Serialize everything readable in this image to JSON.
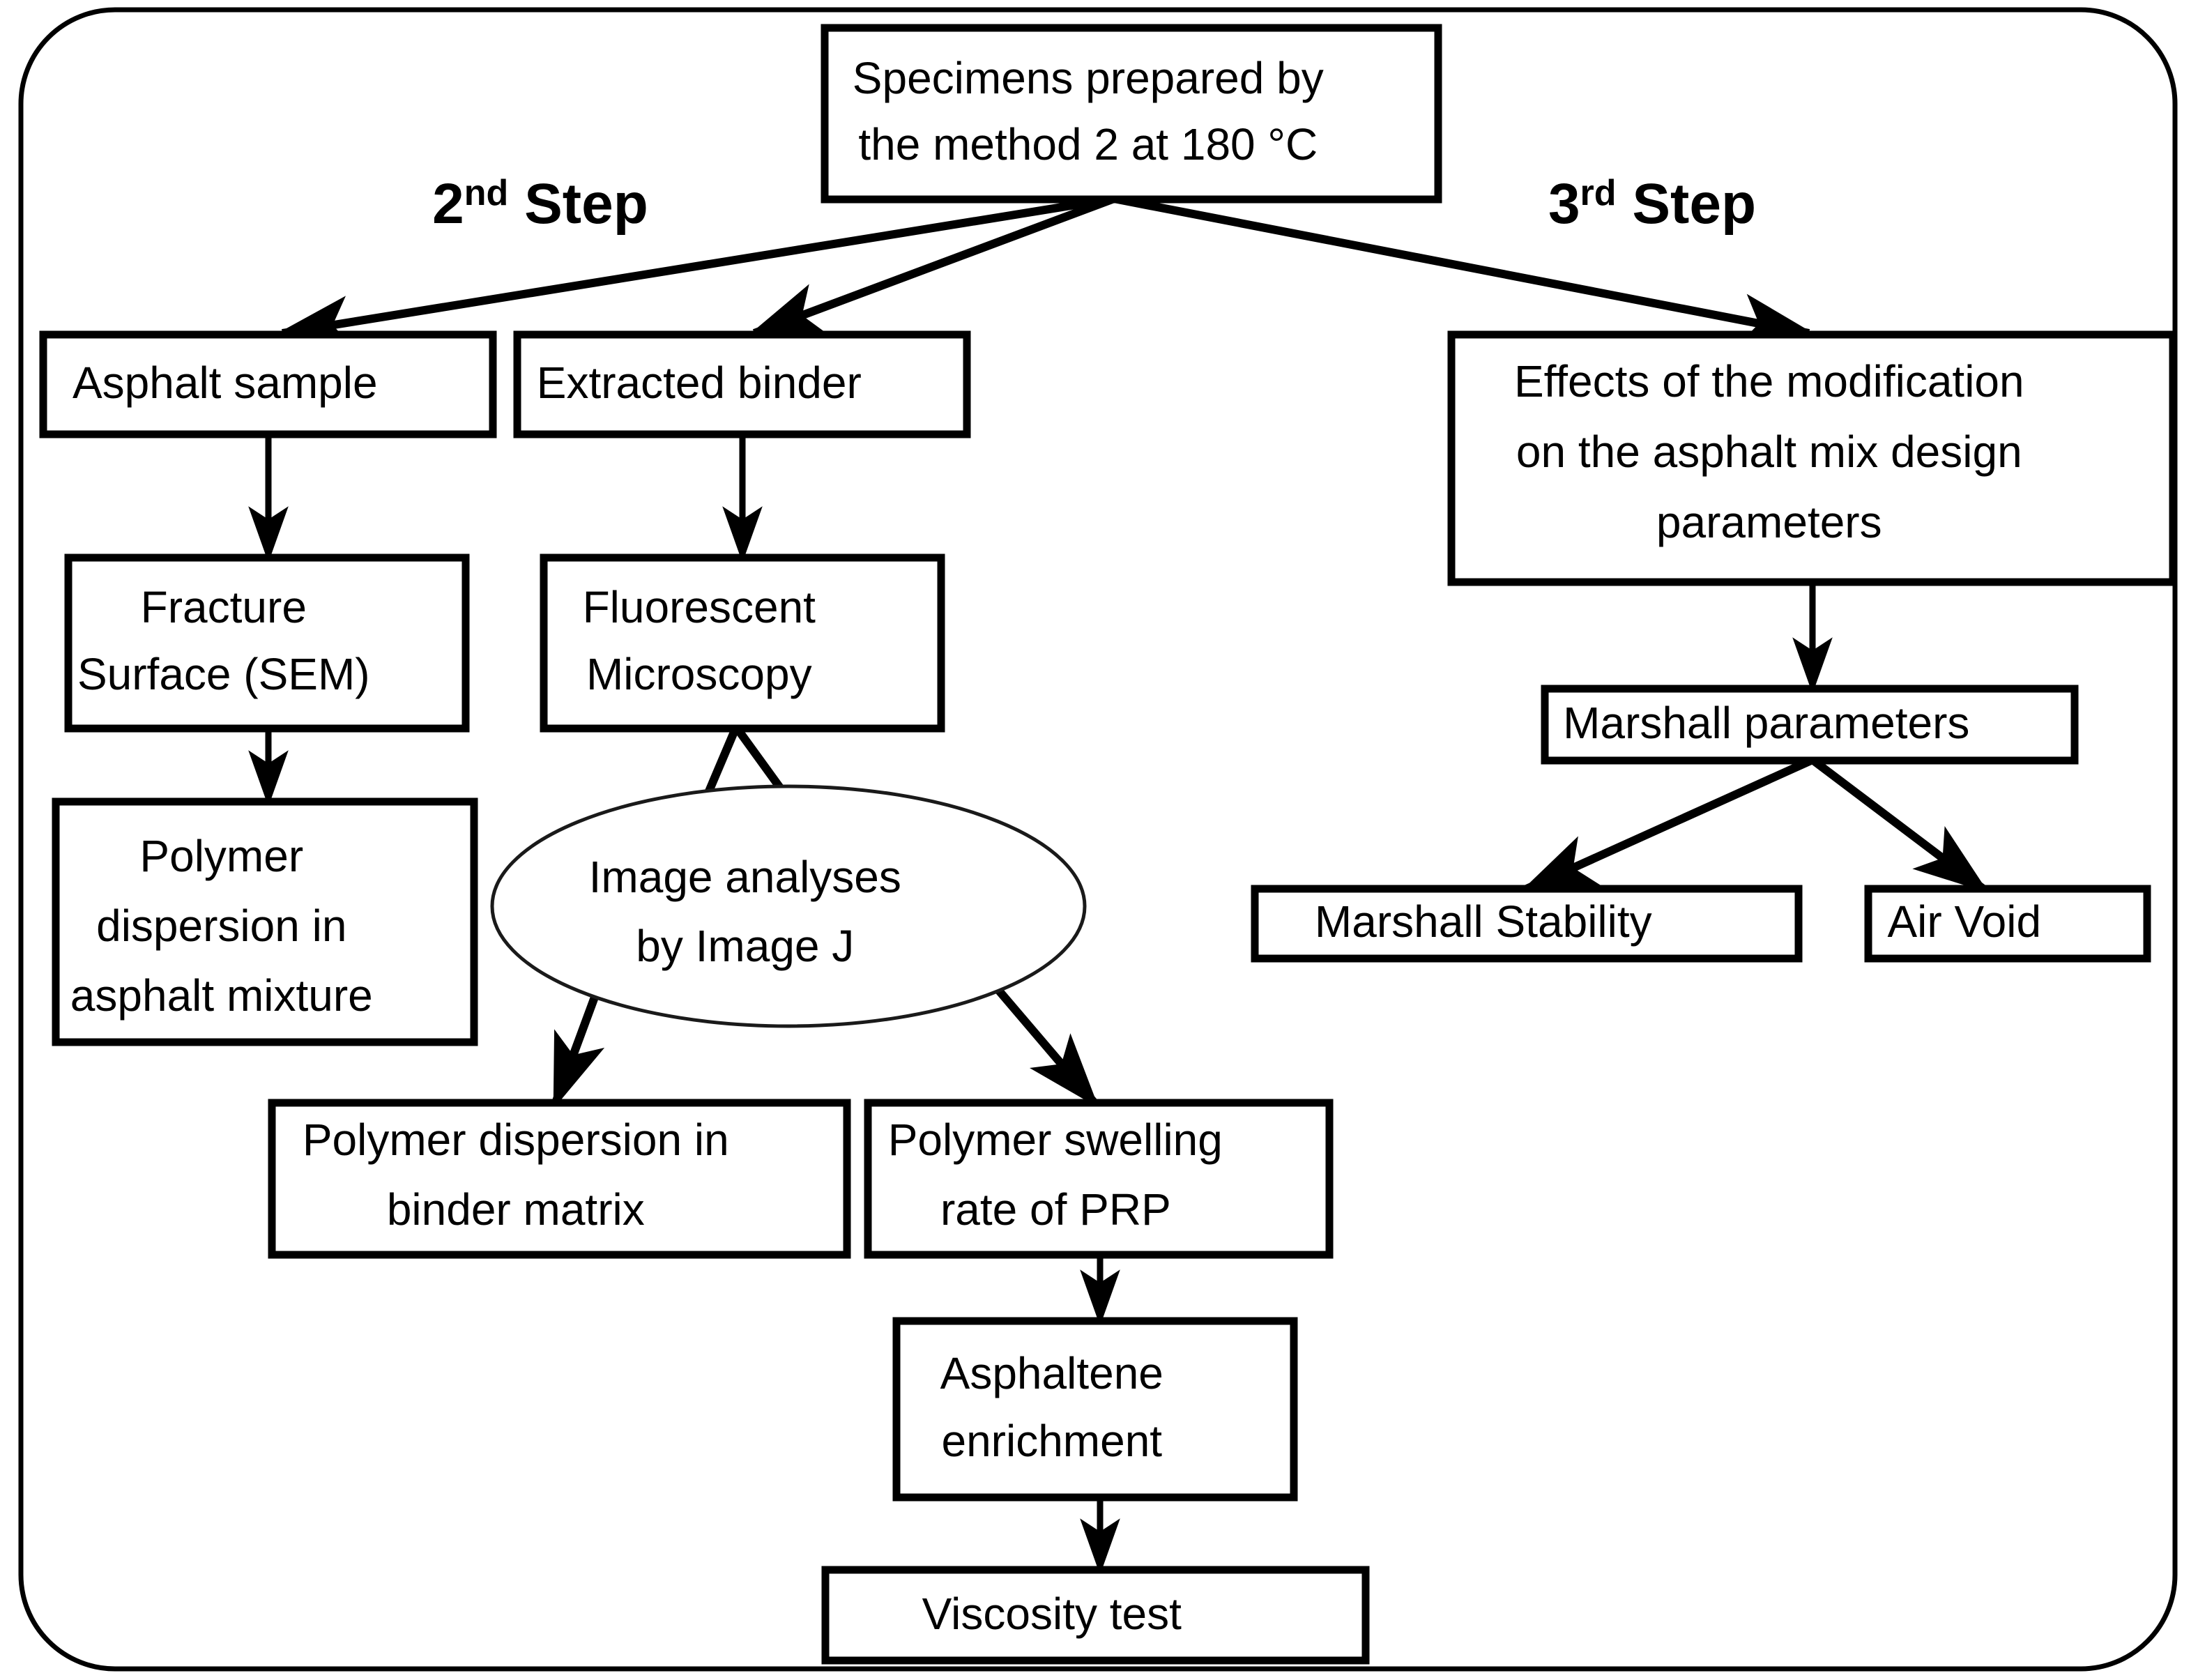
{
  "diagram": {
    "title_steps": [
      {
        "id": "step2",
        "number": "2",
        "ordinal": "nd",
        "word": "Step",
        "full": "2nd Step"
      },
      {
        "id": "step3",
        "number": "3",
        "ordinal": "rd",
        "word": "Step",
        "full": "3rd Step"
      }
    ],
    "nodes": [
      {
        "id": "specimens",
        "shape": "rect",
        "lines": [
          "Specimens prepared by",
          "the method 2 at 180 °C"
        ]
      },
      {
        "id": "asphalt-sample",
        "shape": "rect",
        "lines": [
          "Asphalt sample"
        ]
      },
      {
        "id": "extracted-binder",
        "shape": "rect",
        "lines": [
          "Extracted binder"
        ]
      },
      {
        "id": "effects-modification",
        "shape": "rect",
        "lines": [
          "Effects of the modification",
          "on the asphalt mix design",
          "parameters"
        ]
      },
      {
        "id": "fracture-surface",
        "shape": "rect",
        "lines": [
          "Fracture",
          "Surface (SEM)"
        ]
      },
      {
        "id": "fluorescent-microscopy",
        "shape": "rect",
        "lines": [
          "Fluorescent",
          "Microscopy"
        ]
      },
      {
        "id": "marshall-parameters",
        "shape": "rect",
        "lines": [
          "Marshall parameters"
        ]
      },
      {
        "id": "polymer-dispersion-asphalt",
        "shape": "rect",
        "lines": [
          "Polymer",
          "dispersion in",
          "asphalt mixture"
        ]
      },
      {
        "id": "image-analyses",
        "shape": "ellipse",
        "lines": [
          "Image analyses",
          "by Image J"
        ]
      },
      {
        "id": "marshall-stability",
        "shape": "rect",
        "lines": [
          "Marshall Stability"
        ]
      },
      {
        "id": "air-void",
        "shape": "rect",
        "lines": [
          "Air Void"
        ]
      },
      {
        "id": "polymer-dispersion-binder",
        "shape": "rect",
        "lines": [
          "Polymer dispersion in",
          "binder matrix"
        ]
      },
      {
        "id": "polymer-swelling",
        "shape": "rect",
        "lines": [
          "Polymer swelling",
          "rate of PRP"
        ]
      },
      {
        "id": "asphaltene-enrichment",
        "shape": "rect",
        "lines": [
          "Asphaltene",
          "enrichment"
        ]
      },
      {
        "id": "viscosity-test",
        "shape": "rect",
        "lines": [
          "Viscosity test"
        ]
      }
    ],
    "edges": [
      {
        "from": "specimens",
        "to": "asphalt-sample",
        "arrow": true
      },
      {
        "from": "specimens",
        "to": "extracted-binder",
        "arrow": true
      },
      {
        "from": "specimens",
        "to": "effects-modification",
        "arrow": true
      },
      {
        "from": "asphalt-sample",
        "to": "fracture-surface",
        "arrow": true
      },
      {
        "from": "extracted-binder",
        "to": "fluorescent-microscopy",
        "arrow": true
      },
      {
        "from": "fracture-surface",
        "to": "polymer-dispersion-asphalt",
        "arrow": true
      },
      {
        "from": "fluorescent-microscopy",
        "to": "image-analyses",
        "arrow": false
      },
      {
        "from": "image-analyses",
        "to": "polymer-dispersion-binder",
        "arrow": true
      },
      {
        "from": "image-analyses",
        "to": "polymer-swelling",
        "arrow": true
      },
      {
        "from": "polymer-swelling",
        "to": "asphaltene-enrichment",
        "arrow": true
      },
      {
        "from": "asphaltene-enrichment",
        "to": "viscosity-test",
        "arrow": true
      },
      {
        "from": "effects-modification",
        "to": "marshall-parameters",
        "arrow": true
      },
      {
        "from": "marshall-parameters",
        "to": "marshall-stability",
        "arrow": true
      },
      {
        "from": "marshall-parameters",
        "to": "air-void",
        "arrow": true
      }
    ],
    "colors": {
      "stroke": "#000000",
      "fill": "#ffffff",
      "ellipse_stroke": "#1a1a1a"
    }
  }
}
